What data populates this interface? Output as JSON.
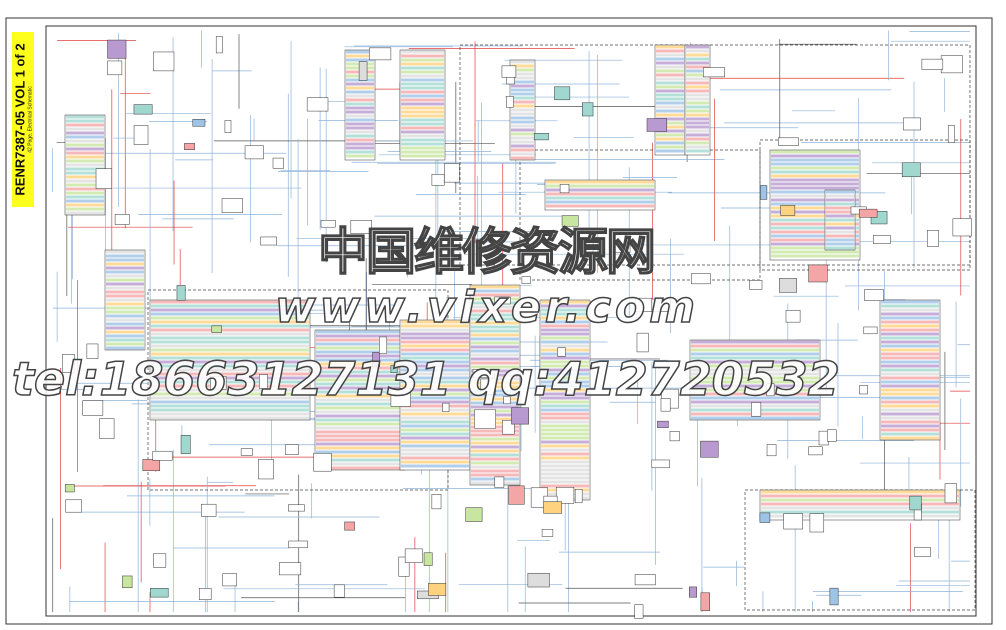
{
  "document": {
    "label_title": "RENR7387-05 VOL 1 of 2",
    "label_subtitle": "42 Page, Electrical Schematic"
  },
  "watermarks": {
    "chinese": "中国维修资源网",
    "url": "www.vixer.com",
    "contact": "tel:18663127131 qq:412720532"
  },
  "colors": {
    "label_background": "#ffff1e",
    "wire_blue": "#8fb3d9",
    "wire_red": "#e04040",
    "connector_purple": "#b89ad0",
    "frame": "#333333"
  }
}
